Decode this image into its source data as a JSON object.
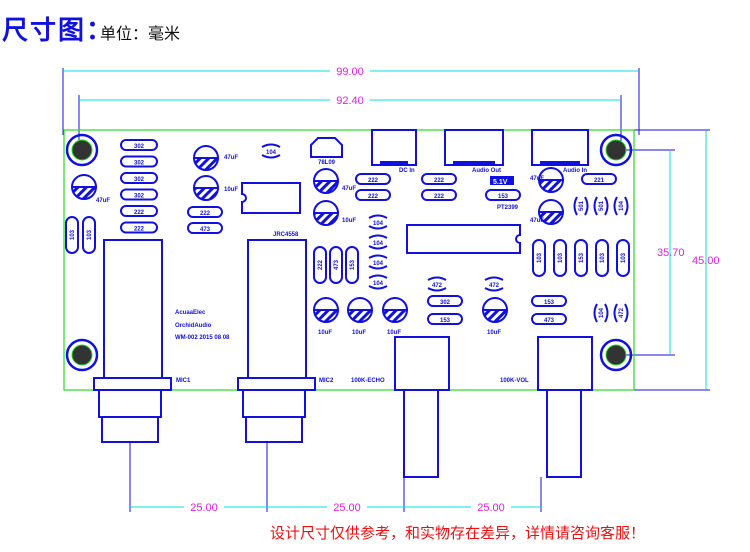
{
  "header": {
    "title": "尺寸图：",
    "subtitle": "单位：毫米"
  },
  "footer_note": "设计尺寸仅供参考，和实物存在差异，详情请咨询客服！",
  "dimensions": {
    "total_width": "99.00",
    "hole_spacing_x": "92.40",
    "hole_spacing_y": "35.70",
    "total_height": "45.00",
    "pot_spacing_1": "25.00",
    "pot_spacing_2": "25.00",
    "pot_spacing_3": "25.00"
  },
  "board_text": {
    "line1": "AcuaaElec",
    "line2": "OrchidAudio",
    "line3": "WM-002 2015 08 08"
  },
  "connectors": {
    "dc_in": "DC In",
    "audio_out": "Audio Out",
    "audio_in": "Audio In"
  },
  "components": {
    "regulator": "78L09",
    "ic1": "JRC4558",
    "ic2": "PT2399",
    "jumper": "5.1V",
    "mic1": "MIC1",
    "mic2": "MIC2",
    "pot_echo": "100K-ECHO",
    "pot_vol": "100K-VOL",
    "cap_47": "47uF",
    "cap_10": "10uF",
    "res_302": "302",
    "res_222": "222",
    "res_473": "473",
    "res_103": "103",
    "res_153": "153",
    "res_221": "221",
    "res_472": "472",
    "res_104": "104",
    "res_501": "501"
  },
  "colors": {
    "outline": "#1010e0",
    "board": "#22dd22",
    "dimension_line": "#00e0e0",
    "dimension_text": "#e020e0",
    "note": "#ee1010"
  }
}
